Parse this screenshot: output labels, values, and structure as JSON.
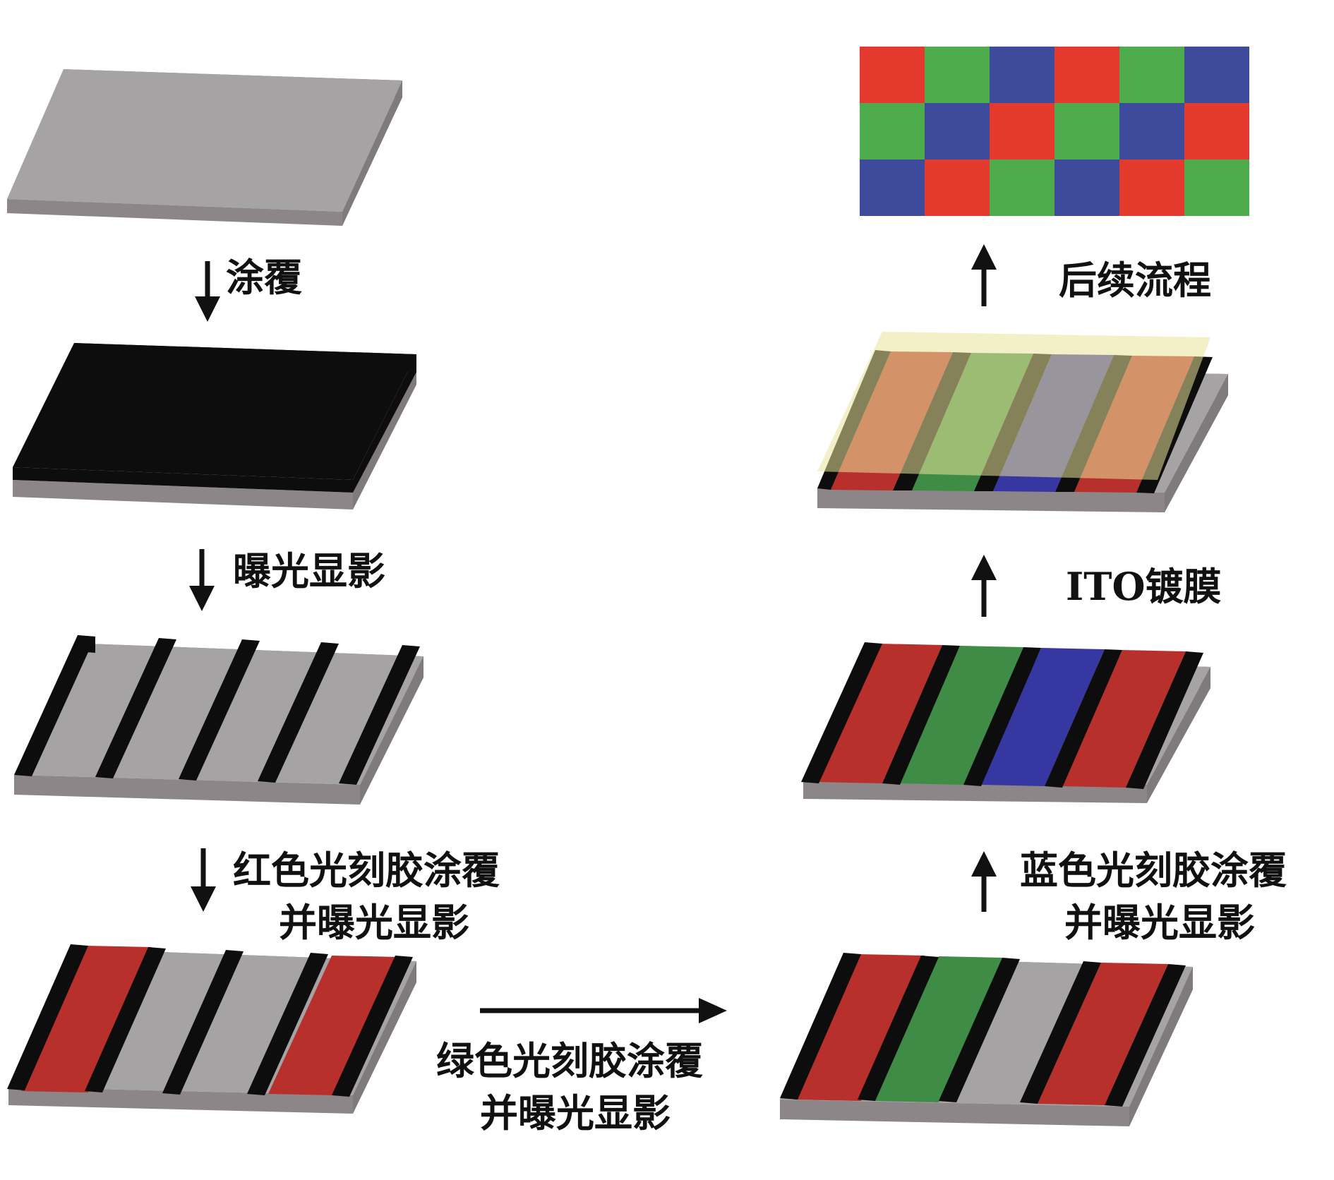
{
  "steps": {
    "coating": "涂覆",
    "expose_develop": "曝光显影",
    "red": {
      "line1": "红色光刻胶涂覆",
      "line2": "并曝光显影"
    },
    "green": {
      "line1": "绿色光刻胶涂覆",
      "line2": "并曝光显影"
    },
    "blue": {
      "line1": "蓝色光刻胶涂覆",
      "line2": "并曝光显影"
    },
    "ito": "ITO镀膜",
    "post_process": "后续流程"
  },
  "colors": {
    "substrate_top": "#a5a3a4",
    "substrate_side": "#8c8688",
    "resist_black": "#0d0d0d",
    "red": "#b8302c",
    "green": "#3f8c46",
    "blue": "#3637a0",
    "ito_film": "#e9e49a",
    "mosaic_red": "#e43a2e",
    "mosaic_green": "#4eac4c",
    "mosaic_blue": "#3e4a9c"
  },
  "mosaic": [
    [
      "R",
      "G",
      "B",
      "R",
      "G",
      "B"
    ],
    [
      "G",
      "B",
      "R",
      "G",
      "B",
      "R"
    ],
    [
      "B",
      "R",
      "G",
      "B",
      "R",
      "G"
    ]
  ]
}
